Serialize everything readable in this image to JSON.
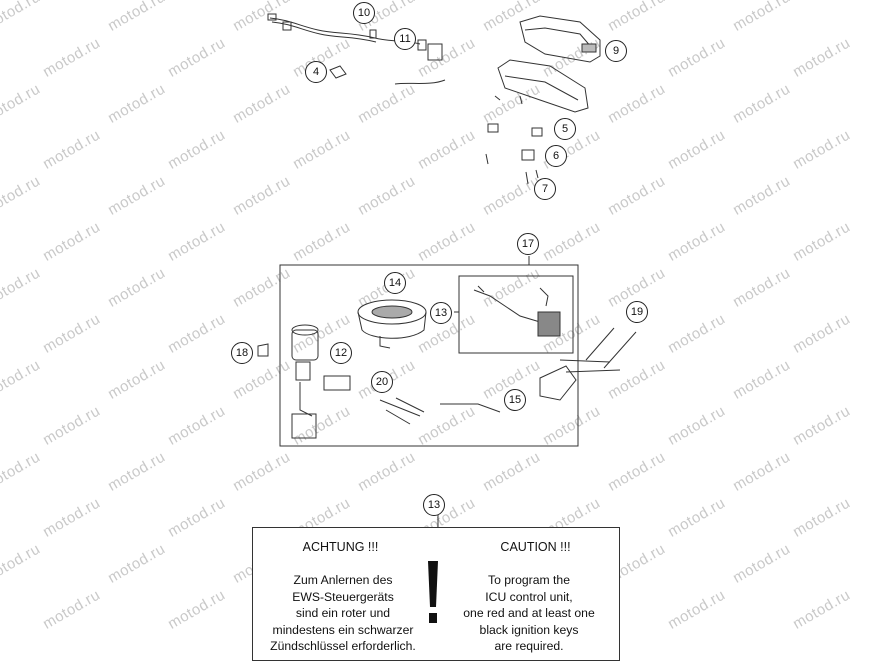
{
  "watermark": "motod.ru",
  "callouts": {
    "c4": "4",
    "c5": "5",
    "c6": "6",
    "c7": "7",
    "c9": "9",
    "c10": "10",
    "c11": "11",
    "c12": "12",
    "c13a": "13",
    "c13b": "13",
    "c14": "14",
    "c15": "15",
    "c17": "17",
    "c18": "18",
    "c19": "19",
    "c20": "20"
  },
  "notice": {
    "de_heading": "ACHTUNG !!!",
    "de_lines": [
      "Zum Anlernen des",
      "EWS-Steuergeräts",
      "sind ein roter und",
      "mindestens ein schwarzer",
      "Zündschlüssel erforderlich."
    ],
    "en_heading": "CAUTION !!!",
    "en_lines": [
      "To program the",
      "ICU control unit,",
      "one red and at least one",
      "black ignition keys",
      "are required."
    ]
  }
}
